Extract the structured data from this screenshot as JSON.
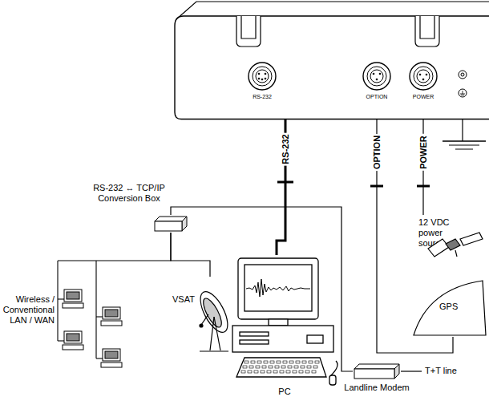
{
  "diagram": {
    "nodes": [
      {
        "text": [
          "RS-232",
          "OPTION",
          "POWER"
        ]
      },
      {
        "text": [
          "RS-232 ↔ TCP/IP Conversion Box"
        ]
      },
      {
        "text": [
          "12 VDC power source"
        ]
      },
      {
        "text": [
          "Wireless / Conventional LAN / WAN"
        ]
      },
      {
        "text": [
          "VSAT"
        ]
      },
      {
        "text": [
          "PC"
        ]
      },
      {
        "text": [
          "GPS"
        ]
      },
      {
        "text": [
          "Landline Modem"
        ]
      }
    ],
    "edges": [
      {
        "from": 0,
        "to": 1,
        "arrow": "none"
      },
      {
        "from": 0,
        "to": 5,
        "label": "RS-232",
        "arrow": "none"
      },
      {
        "from": 0,
        "to": 7,
        "arrow": "none"
      },
      {
        "from": 1,
        "to": 3,
        "arrow": "none"
      },
      {
        "from": 1,
        "to": 4,
        "arrow": "none"
      },
      {
        "from": 0,
        "to": 6,
        "label": "OPTION",
        "arrow": "none"
      },
      {
        "from": 0,
        "to": 2,
        "label": "POWER",
        "arrow": "none"
      }
    ],
    "labels": [
      "T+T line"
    ]
  }
}
